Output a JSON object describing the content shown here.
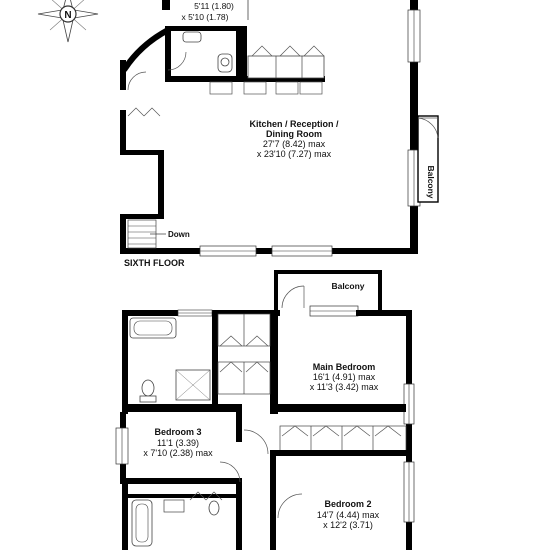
{
  "compass": {
    "north_label": "N"
  },
  "upper_floor": {
    "floor_label": "SIXTH FLOOR",
    "small_room_dims": [
      "5'11 (1.80)",
      "x 5'10 (1.78)"
    ],
    "kitchen": {
      "name_lines": [
        "Kitchen / Reception /",
        "Dining Room"
      ],
      "dims": [
        "27'7 (8.42) max",
        "x 23'10 (7.27) max"
      ]
    },
    "balcony_label": "Balcony",
    "stairs_label": "Down"
  },
  "lower_floor": {
    "balcony_label": "Balcony",
    "main_bedroom": {
      "name": "Main Bedroom",
      "dims": [
        "16'1 (4.91) max",
        "x 11'3 (3.42) max"
      ]
    },
    "bedroom3": {
      "name": "Bedroom 3",
      "dims": [
        "11'1 (3.39)",
        "x 7'10 (2.38) max"
      ]
    },
    "bedroom2": {
      "name": "Bedroom 2",
      "dims": [
        "14'7 (4.44) max",
        "x 12'2 (3.71)"
      ]
    }
  }
}
